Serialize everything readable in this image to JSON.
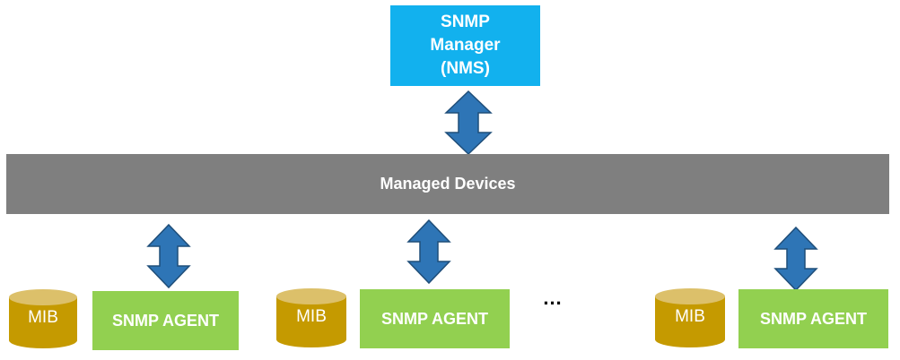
{
  "manager": {
    "line1": "SNMP",
    "line2": "Manager",
    "line3": "(NMS)"
  },
  "bar": {
    "label": "Managed Devices"
  },
  "groups": [
    {
      "mib": "MIB",
      "agent": "SNMP AGENT"
    },
    {
      "mib": "MIB",
      "agent": "SNMP AGENT"
    },
    {
      "mib": "MIB",
      "agent": "SNMP AGENT"
    }
  ],
  "ellipsis": "...",
  "colors": {
    "manager": "#12b1ee",
    "bar": "#7f7f7f",
    "agent": "#92d050",
    "mib": "#c59a00",
    "arrow": "#2e75b6"
  }
}
